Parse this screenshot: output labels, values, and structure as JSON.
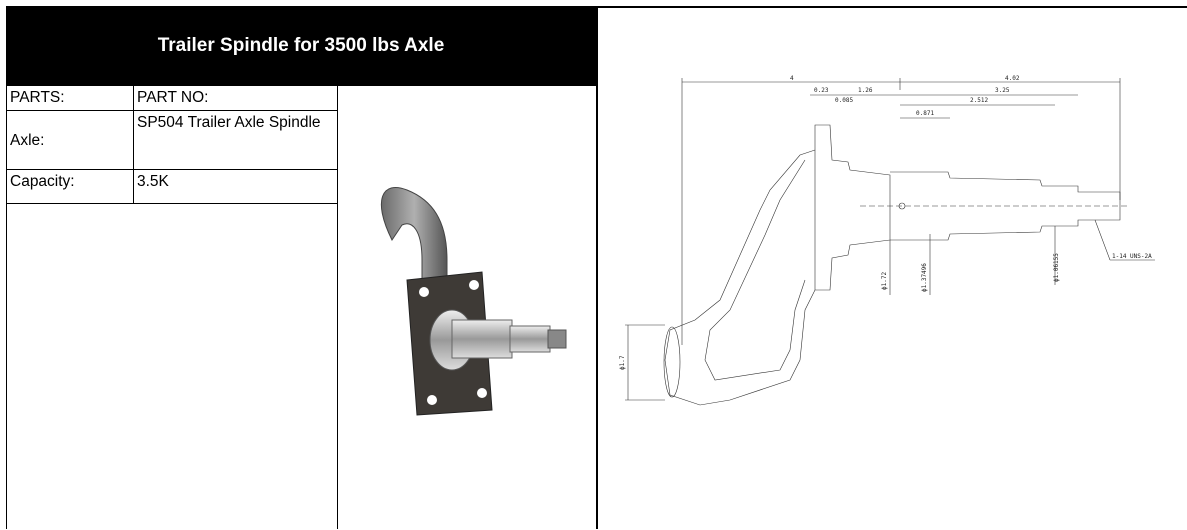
{
  "document": {
    "title": "Trailer Spindle for 3500 lbs Axle",
    "table": {
      "header": [
        "PARTS:",
        "PART NO:"
      ],
      "rows": [
        [
          "Axle:",
          "SP504 Trailer Axle Spindle"
        ],
        [
          "Capacity:",
          "3.5K"
        ]
      ]
    }
  },
  "drawing": {
    "dimensions": {
      "overall_left": "4",
      "overall_right": "4.02",
      "d_0_23": "0.23",
      "d_1_26": "1.26",
      "d_0_085": "0.085",
      "d_3_25": "3.25",
      "d_2_512": "2.512",
      "d_0_871": "0.871",
      "dia_1_72": "ϕ1.72",
      "dia_1_37496": "ϕ1.37496",
      "dia_1_06155": "ϕ1.06155",
      "thread": "1-14 UNS-2A",
      "dia_left": "ϕ1.7"
    }
  }
}
